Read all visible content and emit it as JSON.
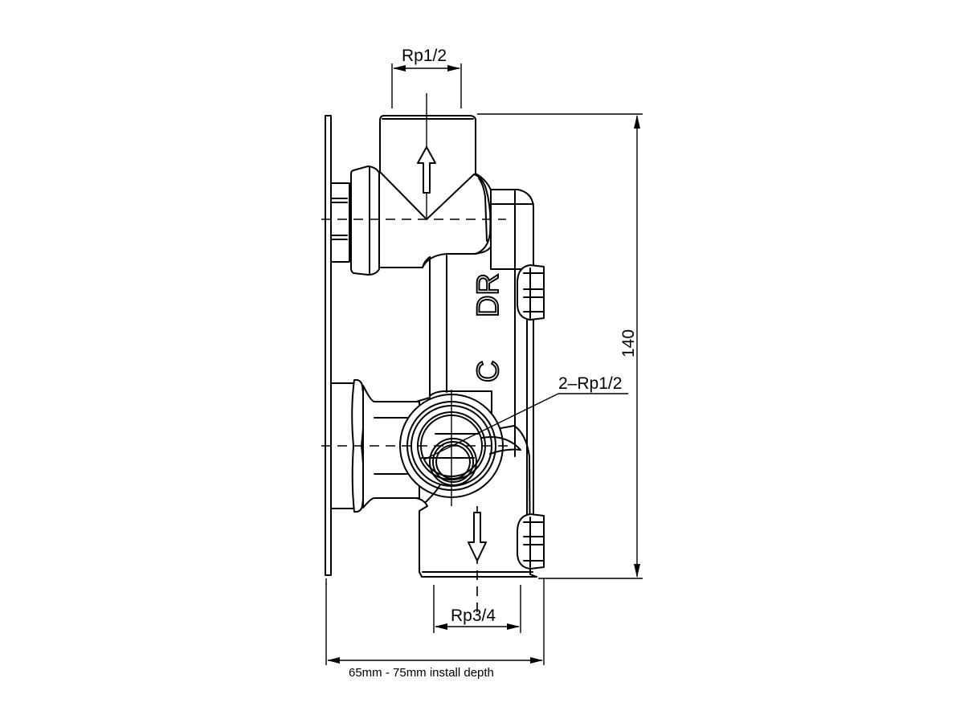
{
  "drawing": {
    "title": "Concealed valve body dimension drawing",
    "line_color": "#000000",
    "background": "#ffffff"
  },
  "dimensions": {
    "top_inlet": "Rp1/2",
    "bottom_outlet": "Rp3/4",
    "side_ports": "2–Rp1/2",
    "height": "140",
    "install_depth": "65mm - 75mm install depth"
  },
  "body_markings": {
    "dr": "DR",
    "c": "C"
  },
  "flow_arrows": {
    "top": "arrow-up",
    "bottom": "arrow-down"
  }
}
